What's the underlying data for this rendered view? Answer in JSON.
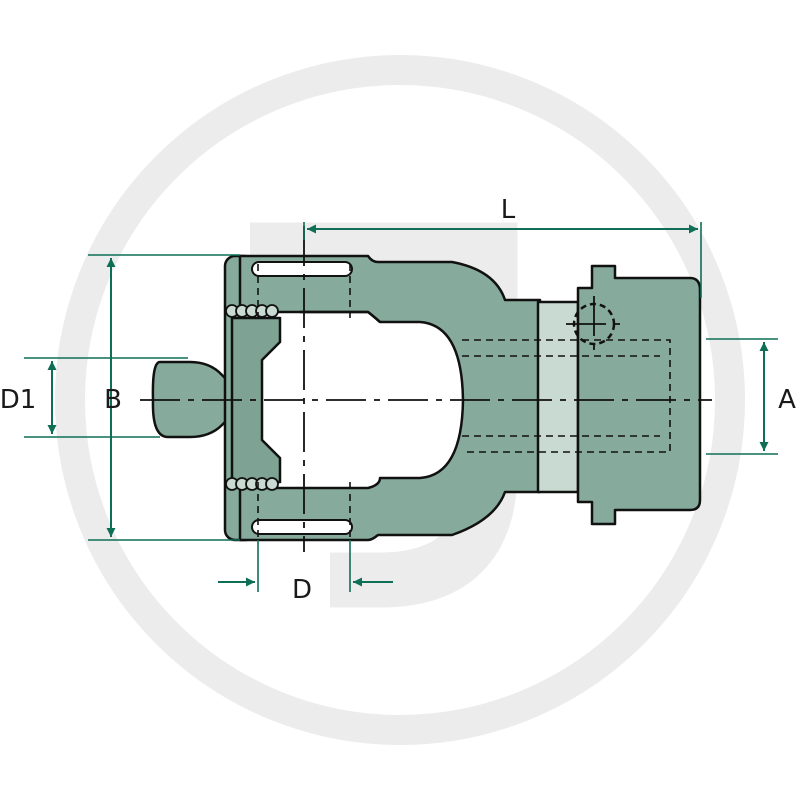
{
  "labels": {
    "length": "L",
    "outer_width": "B",
    "bore": "A",
    "shaft_diameter": "D1",
    "pin_spacing": "D"
  },
  "colors": {
    "body": "#86aa9c",
    "body_dark": "#6f9486",
    "body_light": "#c9dad3",
    "dimension": "#0f6e56",
    "outline": "#111111",
    "watermark": "#ececec"
  }
}
